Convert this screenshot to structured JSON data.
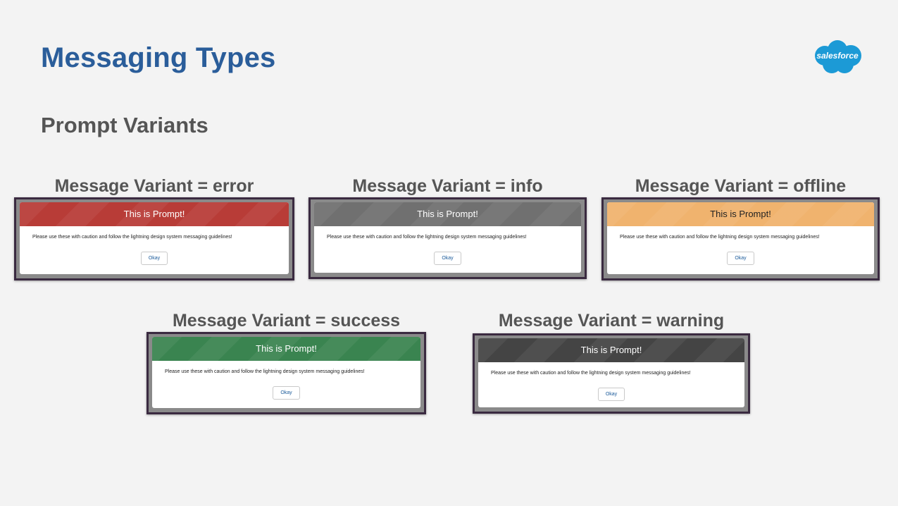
{
  "page": {
    "title": "Messaging Types",
    "subtitle": "Prompt Variants",
    "logo_text": "salesforce"
  },
  "colors": {
    "error": "#b83c37",
    "info": "#707070",
    "offline": "#f0b36e",
    "success": "#3a8450",
    "warning": "#444444"
  },
  "variants": [
    {
      "label": "Message Variant = error",
      "header": "This is Prompt!",
      "body": "Please use these with caution and follow the lightning design system messaging guidelines!",
      "button": "Okay"
    },
    {
      "label": "Message Variant = info",
      "header": "This is Prompt!",
      "body": "Please use these with caution and follow the lightning design system messaging guidelines!",
      "button": "Okay"
    },
    {
      "label": "Message Variant = offline",
      "header": "This is Prompt!",
      "body": "Please use these with caution and follow the lightning design system messaging guidelines!",
      "button": "Okay"
    },
    {
      "label": "Message Variant = success",
      "header": "This is Prompt!",
      "body": "Please use these with caution and follow the lightning design system messaging guidelines!",
      "button": "Okay"
    },
    {
      "label": "Message Variant = warning",
      "header": "This is Prompt!",
      "body": "Please use these with caution and follow the lightning design system messaging guidelines!",
      "button": "Okay"
    }
  ]
}
